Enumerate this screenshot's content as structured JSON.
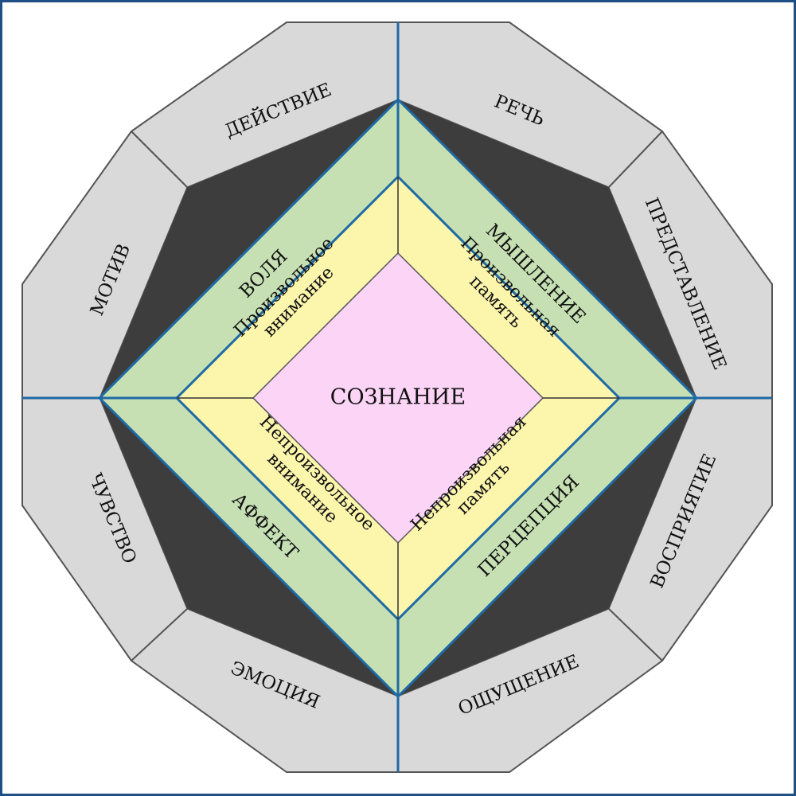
{
  "center": {
    "label": "СОЗНАНИЕ"
  },
  "outer_ring": {
    "deistvie": "ДЕЙСТВИЕ",
    "rech": "РЕЧЬ",
    "predstavlenie": "ПРЕДСТАВЛЕНИЕ",
    "vospriyatie": "ВОСПРИЯТИЕ",
    "oshchushchenie": "ОЩУЩЕНИЕ",
    "emotsiya": "ЭМОЦИЯ",
    "chuvstvo": "ЧУВСТВО",
    "motiv": "МОТИВ"
  },
  "middle_ring": {
    "volya": "ВОЛЯ",
    "myshlenie": "МЫШЛЕНИЕ",
    "pertseptsiya": "ПЕРЦЕПЦИЯ",
    "affekt": "АФФЕКТ"
  },
  "inner_ring": {
    "voluntary_attention": [
      "Произвольное",
      "внимание"
    ],
    "voluntary_memory": [
      "Произвольная",
      "память"
    ],
    "involuntary_memory": [
      "Непроизвольная",
      "память"
    ],
    "involuntary_attention": [
      "Непроизвольное",
      "внимание"
    ]
  },
  "colors": {
    "frame": "#1f4f86",
    "outer_band": "#d9d9d9",
    "dark_band": "#3d3d3d",
    "green_band": "#c6e0b4",
    "yellow_band": "#fcf6ad",
    "center_fill": "#fcd4f6",
    "axis_line": "#1f6aa5"
  }
}
